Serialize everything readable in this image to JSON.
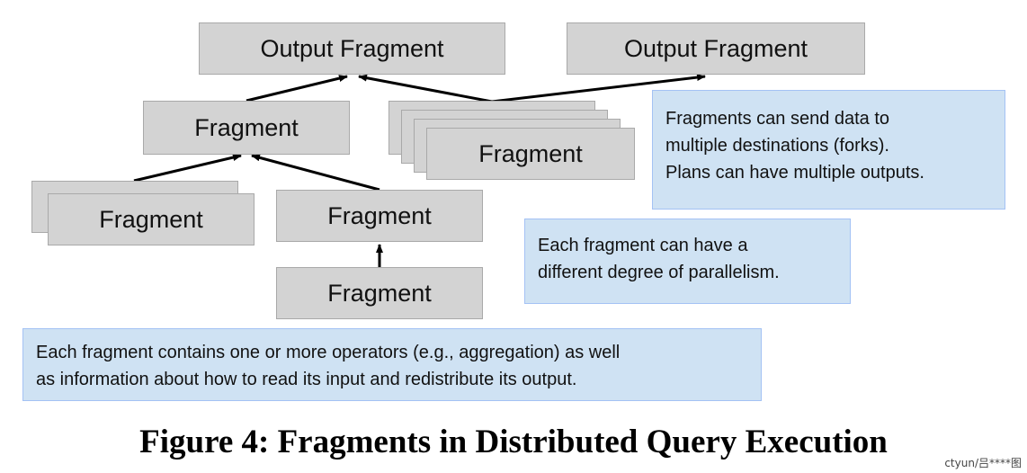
{
  "diagram": {
    "output_fragment_1": "Output Fragment",
    "output_fragment_2": "Output Fragment",
    "fragment_mid": "Fragment",
    "fragment_right_stack": "Fragment",
    "fragment_left_stack": "Fragment",
    "fragment_center": "Fragment",
    "fragment_bottom": "Fragment",
    "note_forks": "Fragments can send data to\nmultiple destinations (forks).\nPlans can have multiple outputs.",
    "note_parallelism": "Each fragment can have a\ndifferent degree of parallelism.",
    "note_operators": "Each fragment contains one or more operators (e.g., aggregation) as well\nas information about how to read its input and redistribute its output."
  },
  "caption": "Figure 4: Fragments in Distributed Query Execution",
  "watermark": "ctyun/吕****图"
}
